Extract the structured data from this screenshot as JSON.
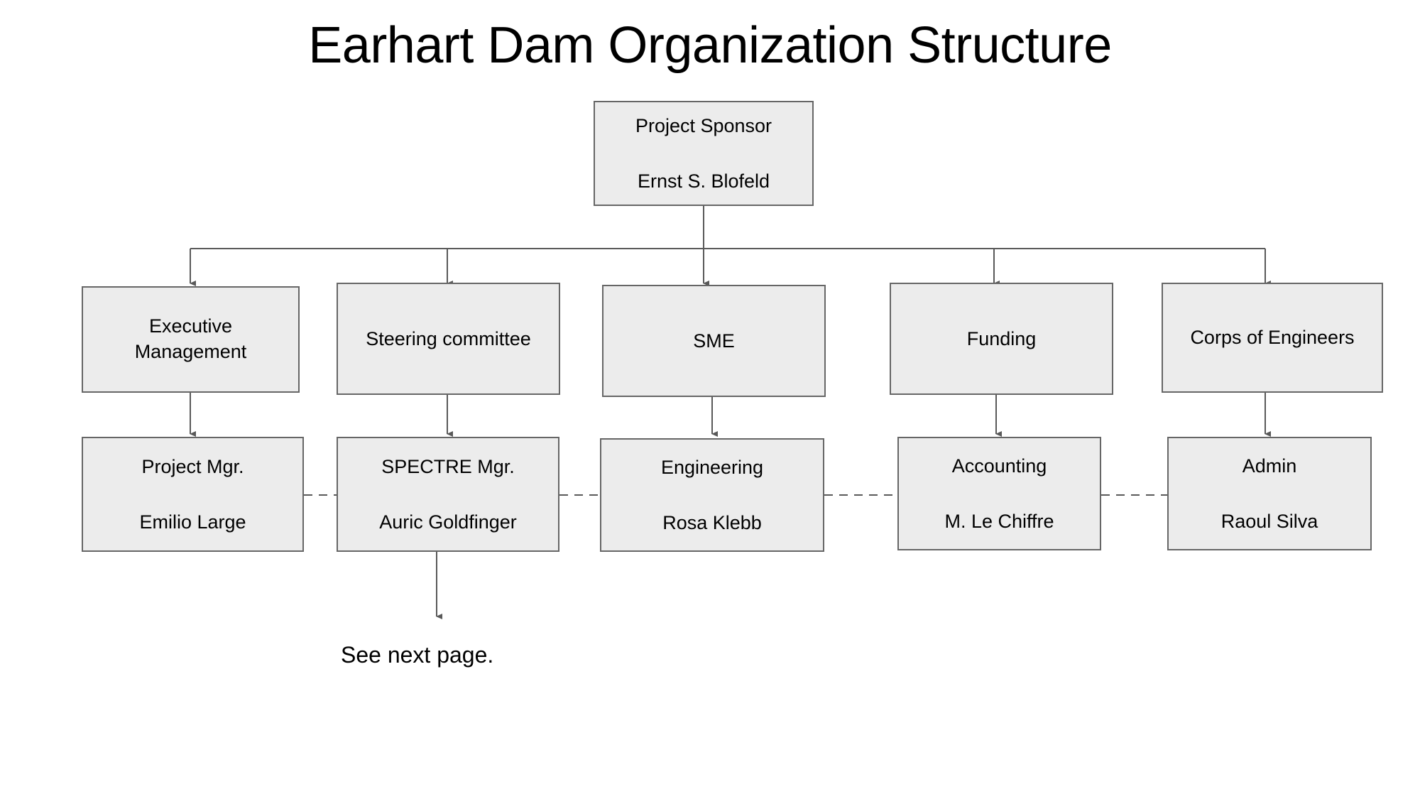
{
  "title": "Earhart Dam Organization Structure",
  "colors": {
    "node_fill": "#ececec",
    "node_border": "#666666",
    "connector": "#595959",
    "text": "#000000",
    "background": "#ffffff"
  },
  "root": {
    "role": "Project Sponsor",
    "person": "Ernst S. Blofeld"
  },
  "divisions": [
    {
      "label": "Executive Management",
      "line1": "Executive",
      "line2": "Management"
    },
    {
      "label": "Steering committee",
      "line1": "Steering committee",
      "line2": ""
    },
    {
      "label": "SME",
      "line1": "SME",
      "line2": ""
    },
    {
      "label": "Funding",
      "line1": "Funding",
      "line2": ""
    },
    {
      "label": "Corps of Engineers",
      "line1": "Corps of Engineers",
      "line2": ""
    }
  ],
  "managers": [
    {
      "role": "Project Mgr.",
      "person": "Emilio Large"
    },
    {
      "role": "SPECTRE Mgr.",
      "person": "Auric Goldfinger"
    },
    {
      "role": "Engineering",
      "person": "Rosa Klebb"
    },
    {
      "role": "Accounting",
      "person": "M. Le Chiffre"
    },
    {
      "role": "Admin",
      "person": "Raoul Silva"
    }
  ],
  "note": "See next page."
}
